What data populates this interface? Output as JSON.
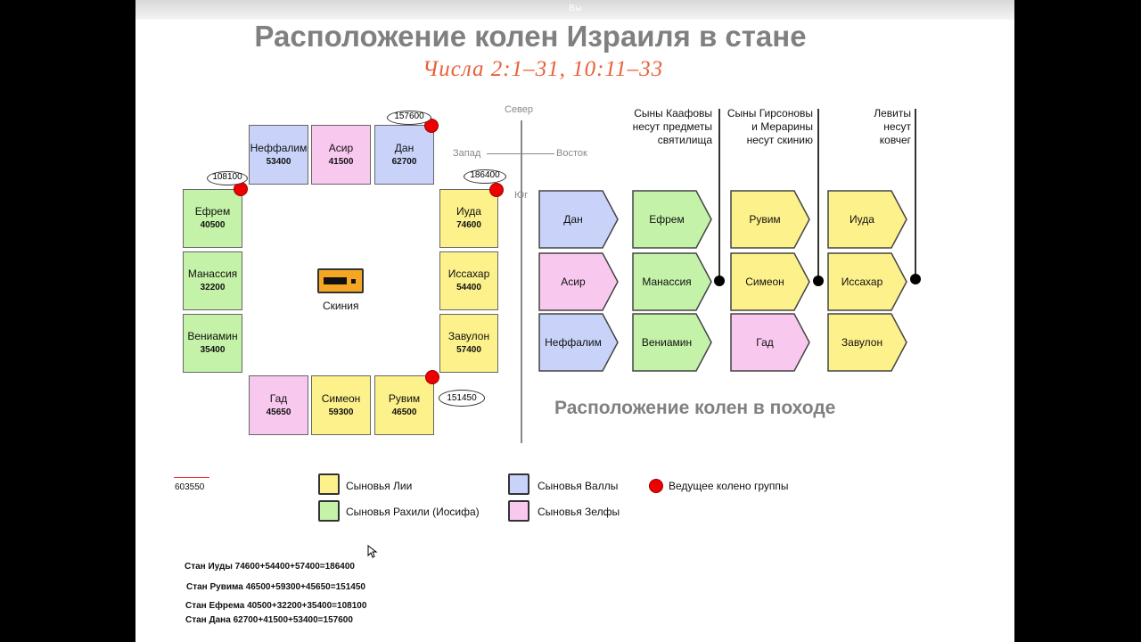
{
  "topbar": {
    "label": "Вы"
  },
  "title": "Расположение колен Израиля в стане",
  "subtitle": "Числа 2:1–31, 10:11–33",
  "camp": {
    "north": [
      {
        "name": "Неффалим",
        "count": "53400",
        "color": "blue"
      },
      {
        "name": "Асир",
        "count": "41500",
        "color": "pink"
      },
      {
        "name": "Дан",
        "count": "62700",
        "color": "blue"
      }
    ],
    "west": [
      {
        "name": "Ефрем",
        "count": "40500",
        "color": "green"
      },
      {
        "name": "Манассия",
        "count": "32200",
        "color": "green"
      },
      {
        "name": "Вениамин",
        "count": "35400",
        "color": "green"
      }
    ],
    "east": [
      {
        "name": "Иуда",
        "count": "74600",
        "color": "yellow"
      },
      {
        "name": "Иссахар",
        "count": "54400",
        "color": "yellow"
      },
      {
        "name": "Завулон",
        "count": "57400",
        "color": "yellow"
      }
    ],
    "south": [
      {
        "name": "Гад",
        "count": "45650",
        "color": "pink"
      },
      {
        "name": "Симеон",
        "count": "59300",
        "color": "yellow"
      },
      {
        "name": "Рувим",
        "count": "46500",
        "color": "yellow"
      }
    ],
    "tabernacle": "Скиния",
    "group_totals": {
      "dan": "157600",
      "ephraim": "108100",
      "judah": "186400",
      "reuben": "151450"
    },
    "grand_total": "603550"
  },
  "compass": {
    "north": "Север",
    "south": "Юг",
    "west": "Запад",
    "east": "Восток"
  },
  "march": {
    "title": "Расположение колен в походе",
    "headers": {
      "kohath": "Сыны Каафовы несут предметы святилища",
      "gershon": "Сыны Гирсоновы и Мерарины несут скинию",
      "levites": "Левиты несут ковчег"
    },
    "columns": [
      [
        {
          "name": "Дан",
          "color": "blue"
        },
        {
          "name": "Асир",
          "color": "pink"
        },
        {
          "name": "Неффалим",
          "color": "blue"
        }
      ],
      [
        {
          "name": "Ефрем",
          "color": "green"
        },
        {
          "name": "Манассия",
          "color": "green"
        },
        {
          "name": "Вениамин",
          "color": "green"
        }
      ],
      [
        {
          "name": "Рувим",
          "color": "yellow"
        },
        {
          "name": "Симеон",
          "color": "yellow"
        },
        {
          "name": "Гад",
          "color": "pink"
        }
      ],
      [
        {
          "name": "Иуда",
          "color": "yellow"
        },
        {
          "name": "Иссахар",
          "color": "yellow"
        },
        {
          "name": "Завулон",
          "color": "yellow"
        }
      ]
    ]
  },
  "legend": {
    "leah": "Сыновья Лии",
    "bilhah": "Сыновья Валлы",
    "leader": "Ведущее колено группы",
    "rachel": "Сыновья Рахили (Иосифа)",
    "zilpah": "Сыновья Зелфы"
  },
  "formulas": [
    "Стан Иуды 74600+54400+57400=186400",
    "Стан Рувима  46500+59300+45650=151450",
    "Стан Ефрема 40500+32200+35400=108100",
    "Стан Дана  62700+41500+53400=157600"
  ],
  "colors": {
    "yellow": "#fdf18b",
    "green": "#c4f2a8",
    "blue": "#c9d3f9",
    "pink": "#f9c8ef",
    "leader_dot": "#e00000",
    "title_gray": "#808080",
    "subtitle_orange": "#e8603a"
  }
}
